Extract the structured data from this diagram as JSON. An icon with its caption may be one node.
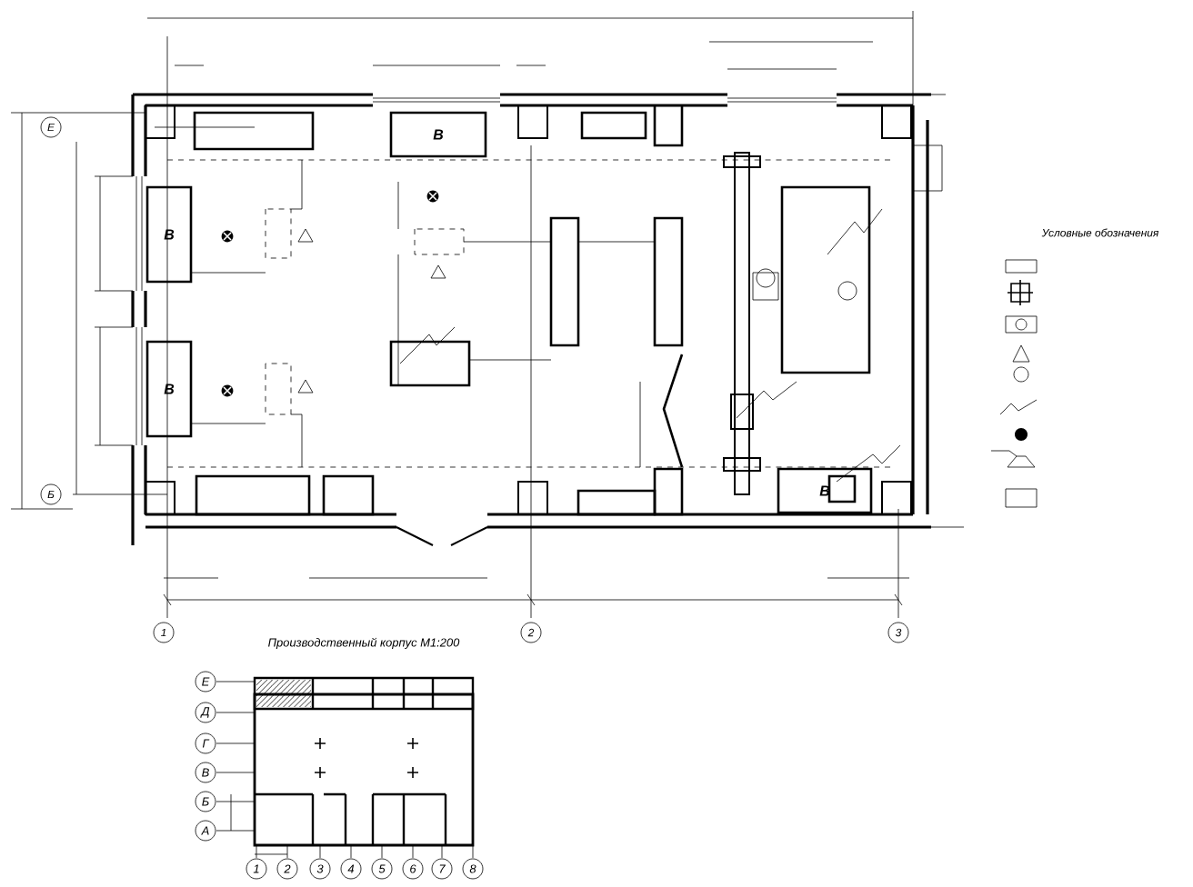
{
  "diagram": {
    "title": "Производственный корпус М1:200",
    "nodes": [
      {
        "text": [
          "Е"
        ]
      },
      {
        "text": [
          "Б"
        ]
      },
      {
        "text": [
          "1"
        ]
      },
      {
        "text": [
          "2"
        ]
      },
      {
        "text": [
          "3"
        ]
      },
      {
        "text": [
          "В"
        ]
      },
      {
        "text": [
          "В"
        ]
      },
      {
        "text": [
          "В"
        ]
      },
      {
        "text": [
          "В"
        ]
      },
      {
        "text": [
          "Е"
        ]
      },
      {
        "text": [
          "Д"
        ]
      },
      {
        "text": [
          "Г"
        ]
      },
      {
        "text": [
          "В"
        ]
      },
      {
        "text": [
          "Б"
        ]
      },
      {
        "text": [
          "А"
        ]
      },
      {
        "text": [
          "1"
        ]
      },
      {
        "text": [
          "2"
        ]
      },
      {
        "text": [
          "3"
        ]
      },
      {
        "text": [
          "4"
        ]
      },
      {
        "text": [
          "5"
        ]
      },
      {
        "text": [
          "6"
        ]
      },
      {
        "text": [
          "7"
        ]
      },
      {
        "text": [
          "8"
        ]
      }
    ],
    "labels": [
      "Условные обозначения"
    ]
  }
}
